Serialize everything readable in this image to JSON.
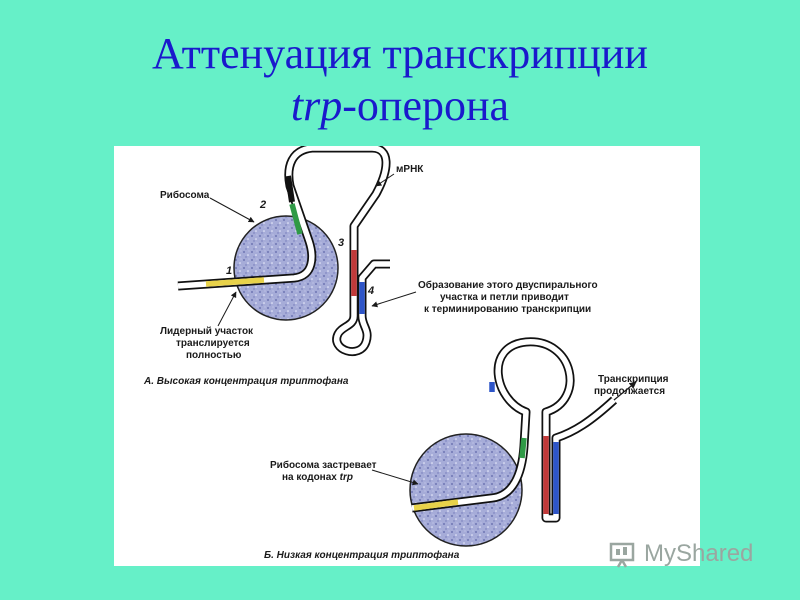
{
  "title": {
    "line1": "Аттенуация транскрипции",
    "line2_italic": "trp",
    "line2_rest": "-оперона"
  },
  "panel_a": {
    "label_ribosome": "Рибосома",
    "label_mrna": "мРНК",
    "num1": "1",
    "num2": "2",
    "num3": "3",
    "num4": "4",
    "leader_line1": "Лидерный участок",
    "leader_line2": "транслируется",
    "leader_line3": "полностью",
    "hairpin_line1": "Образование этого   двуспирального",
    "hairpin_line2": "участка и петли  приводит",
    "hairpin_line3": "к терминированию транскрипции",
    "caption": "А. Высокая концентрация триптофана"
  },
  "panel_b": {
    "stall_line1": "Рибосома застревает",
    "stall_line2_prefix": "на кодонах ",
    "stall_line2_italic": "trp",
    "continue_line1": "Транскрипция",
    "continue_line2": "продолжается",
    "caption": "Б. Низкая концентрация триптофана"
  },
  "watermark": {
    "text": "MyShared"
  },
  "colors": {
    "background": "#66f0c8",
    "title": "#1a1acc",
    "ribosome": "#8f96c8",
    "segment_yellow": "#e8d24a",
    "segment_green": "#2f9a46",
    "segment_red": "#c23a3a",
    "segment_blue": "#2e55c8"
  }
}
